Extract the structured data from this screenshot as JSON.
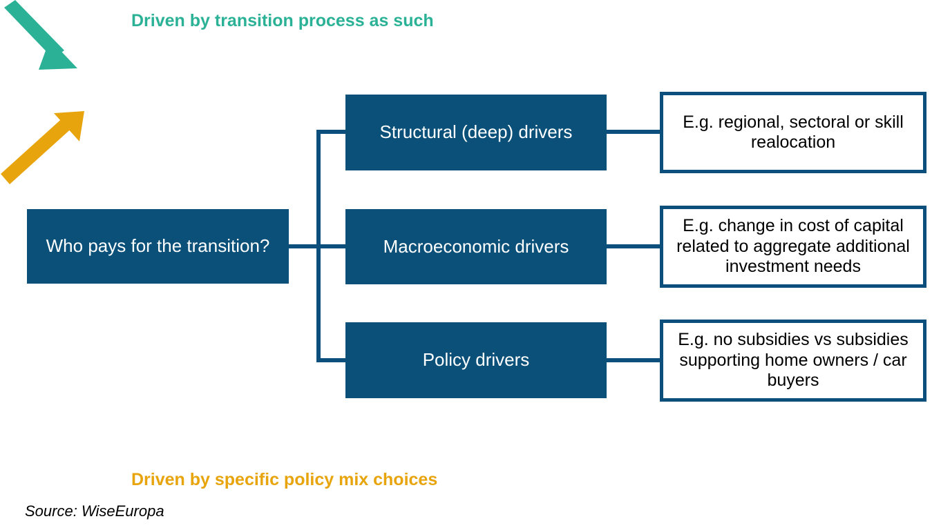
{
  "diagram": {
    "title_annotations": {
      "top": {
        "text": "Driven by transition process as such",
        "color": "#2BB296"
      },
      "bottom": {
        "text": "Driven by specific policy mix choices",
        "color": "#E8A40C"
      }
    },
    "root_node": {
      "label": "Who pays for the transition?",
      "fill": "#0A5079",
      "text_color": "#FFFFFF"
    },
    "branches": [
      {
        "id": "structural",
        "label": "Structural (deep) drivers",
        "example": "E.g. regional, sectoral or skill realocation",
        "fill": "#0A5079",
        "border": "#0D4F7C"
      },
      {
        "id": "macroeconomic",
        "label": "Macroeconomic drivers",
        "example": "E.g. change in cost of capital related to aggregate additional investment needs",
        "fill": "#0A5079",
        "border": "#0D4F7C"
      },
      {
        "id": "policy",
        "label": "Policy drivers",
        "example": "E.g. no subsidies vs subsidies supporting home owners / car buyers",
        "fill": "#0A5079",
        "border": "#0D4F7C"
      }
    ],
    "arrows": [
      {
        "id": "green-arrow",
        "name": "down-right-arrow-icon",
        "color": "#2BB296",
        "points_to": "structural",
        "direction": "down-right"
      },
      {
        "id": "orange-arrow",
        "name": "up-right-arrow-icon",
        "color": "#E8A40C",
        "points_to": "policy",
        "direction": "up-right"
      }
    ],
    "connector_color": "#0D4F7C",
    "source": "Source: WiseEuropa",
    "background": "#FFFFFF"
  }
}
